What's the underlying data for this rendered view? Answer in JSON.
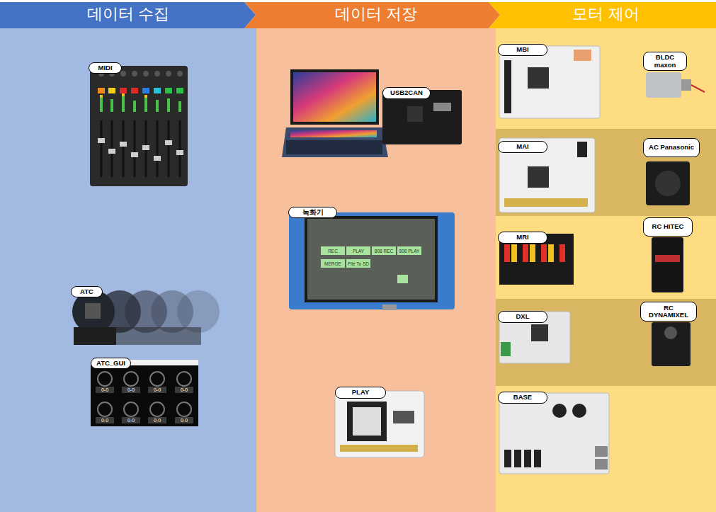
{
  "diagram": {
    "nodes": [
      {
        "text": [
          "데이터 수집"
        ]
      },
      {
        "text": [
          "MIDI"
        ],
        "in": 0
      },
      {
        "text": [
          "ATC"
        ],
        "in": 0
      },
      {
        "text": [
          "ATC_GUI"
        ],
        "in": 0
      },
      {
        "text": [
          "데이터 저장"
        ]
      },
      {
        "text": [
          "USB2CAN"
        ],
        "in": 4
      },
      {
        "text": [
          "녹화기"
        ],
        "in": 4
      },
      {
        "text": [
          "PLAY"
        ],
        "in": 4
      },
      {
        "text": [
          "모터 제어"
        ]
      },
      {
        "text": [
          "MBI"
        ],
        "in": 8
      },
      {
        "text": [
          "BLDC maxon"
        ],
        "in": 8
      },
      {
        "text": [
          "MAI"
        ],
        "in": 8
      },
      {
        "text": [
          "AC Panasonic"
        ],
        "in": 8
      },
      {
        "text": [
          "MRI"
        ],
        "in": 8
      },
      {
        "text": [
          "RC HITEC"
        ],
        "in": 8
      },
      {
        "text": [
          "DXL"
        ],
        "in": 8
      },
      {
        "text": [
          "RC DYNAMIXEL"
        ],
        "in": 8
      },
      {
        "text": [
          "BASE"
        ],
        "in": 8
      }
    ],
    "labels": [
      "REC",
      "PLAY",
      "808 REC",
      "808 PLAY",
      "MERGE",
      "File To SD",
      "0-0",
      "0-0",
      "0-0",
      "0-0",
      "0-0",
      "0-0",
      "0-0",
      "0-0"
    ]
  }
}
